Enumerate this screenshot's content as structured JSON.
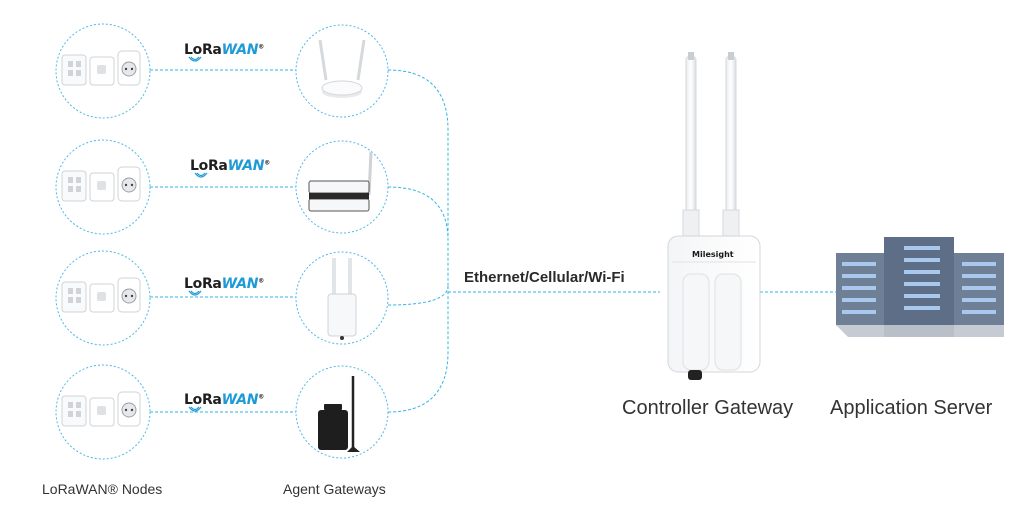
{
  "colors": {
    "accent": "#1e9ad6",
    "link": "#32b4e6",
    "circle_border": "#4fb8e8",
    "text": "#2b2b2b",
    "server_blue": "#8fb7e6"
  },
  "labels": {
    "lorawan_lr": "LoRa",
    "lorawan_wan": "WAN",
    "lorawan_reg": "®",
    "link_uplink": "Ethernet/Cellular/Wi-Fi",
    "controller_gateway": "Controller Gateway",
    "application_server": "Application Server",
    "nodes": "LoRaWAN® Nodes",
    "agent_gateways": "Agent Gateways",
    "brand": "Milesight"
  }
}
